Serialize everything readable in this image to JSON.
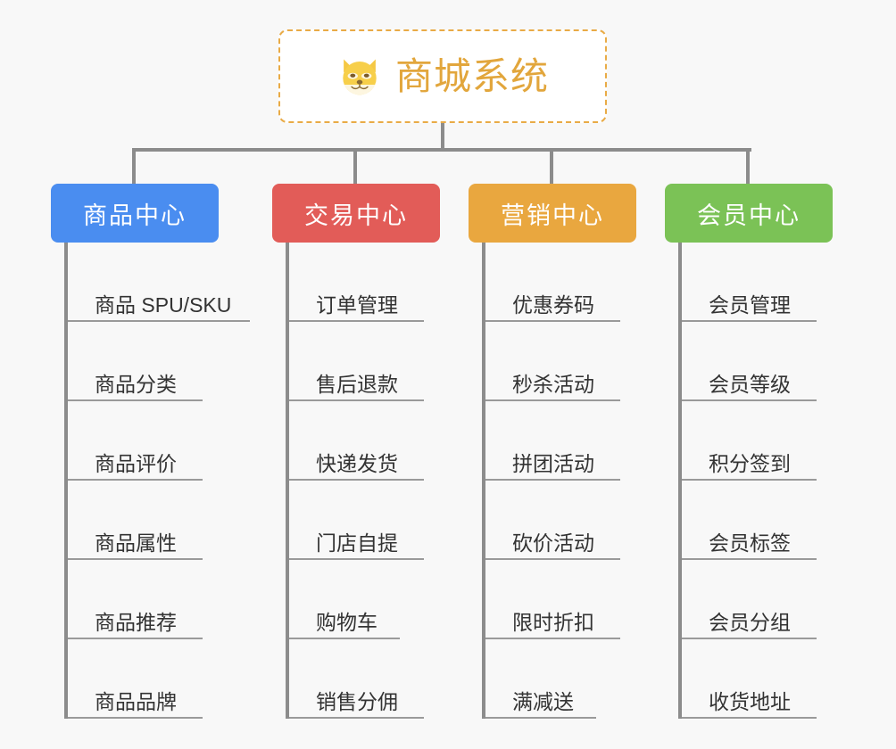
{
  "diagram": {
    "type": "organization-tree",
    "background_color": "#f8f8f8",
    "connector_color": "#8c8c8c"
  },
  "root": {
    "title": "商城系统",
    "icon": "dog-face-emoji",
    "icon_glyph": "🐶",
    "text_color": "#e2a63c",
    "border_color": "#e9ab46",
    "border_style": "dashed",
    "background_color": "#ffffff"
  },
  "categories": [
    {
      "label": "商品中心",
      "color": "#4a8df0",
      "items": [
        {
          "label": "商品 SPU/SKU",
          "underline_width": 208
        },
        {
          "label": "商品分类",
          "underline_width": 155
        },
        {
          "label": "商品评价",
          "underline_width": 155
        },
        {
          "label": "商品属性",
          "underline_width": 155
        },
        {
          "label": "商品推荐",
          "underline_width": 155
        },
        {
          "label": "商品品牌",
          "underline_width": 155
        }
      ]
    },
    {
      "label": "交易中心",
      "color": "#e25c58",
      "items": [
        {
          "label": "订单管理",
          "underline_width": 155
        },
        {
          "label": "售后退款",
          "underline_width": 155
        },
        {
          "label": "快递发货",
          "underline_width": 155
        },
        {
          "label": "门店自提",
          "underline_width": 155
        },
        {
          "label": "购物车",
          "underline_width": 128
        },
        {
          "label": "销售分佣",
          "underline_width": 155
        }
      ]
    },
    {
      "label": "营销中心",
      "color": "#e9a73f",
      "items": [
        {
          "label": "优惠券码",
          "underline_width": 155
        },
        {
          "label": "秒杀活动",
          "underline_width": 155
        },
        {
          "label": "拼团活动",
          "underline_width": 155
        },
        {
          "label": "砍价活动",
          "underline_width": 155
        },
        {
          "label": "限时折扣",
          "underline_width": 155
        },
        {
          "label": "满减送",
          "underline_width": 128
        }
      ]
    },
    {
      "label": "会员中心",
      "color": "#7bc256",
      "items": [
        {
          "label": "会员管理",
          "underline_width": 155
        },
        {
          "label": "会员等级",
          "underline_width": 155
        },
        {
          "label": "积分签到",
          "underline_width": 155
        },
        {
          "label": "会员标签",
          "underline_width": 155
        },
        {
          "label": "会员分组",
          "underline_width": 155
        },
        {
          "label": "收货地址",
          "underline_width": 155
        }
      ]
    }
  ]
}
